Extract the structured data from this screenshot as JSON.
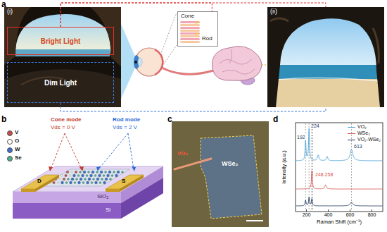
{
  "diagram": {
    "nodes": [
      {
        "text": [
          "(i)"
        ]
      },
      {
        "text": [
          "Bright Light"
        ],
        "in": 0
      },
      {
        "text": [
          "Dim Light"
        ],
        "in": 0
      },
      {
        "text": [
          "Cone",
          "Rod"
        ]
      },
      {
        "text": [
          "(ii)"
        ]
      }
    ],
    "edges": [
      {
        "from": 1,
        "to": 3,
        "arrow": "none"
      },
      {
        "from": 1,
        "to": 4,
        "arrow": "none"
      },
      {
        "from": 2,
        "to": 4,
        "arrow": "none"
      }
    ],
    "labels": [
      "a",
      "b",
      "Cone mode",
      "Vds = 0 V",
      "Rod mode",
      "Vds = 2 V",
      "D",
      "S",
      "SiO₂",
      "Si",
      "c",
      "VO₂",
      "WSe₂",
      "d",
      "192",
      "224",
      "613",
      "248.258",
      "Intensity (a.u.)",
      "200",
      "400",
      "600",
      "800",
      "Raman Shift (cm⁻¹)"
    ],
    "legend": [
      {
        "text": "V",
        "color": "#c0504d"
      },
      {
        "text": "O",
        "color": "#ffffff"
      },
      {
        "text": "W",
        "color": "#3b6fc9"
      },
      {
        "text": "Se",
        "color": "#4cae8c"
      },
      {
        "text": "VO₂"
      },
      {
        "text": "WSe₂"
      },
      {
        "text": "VO₂-WSe₂"
      }
    ]
  }
}
